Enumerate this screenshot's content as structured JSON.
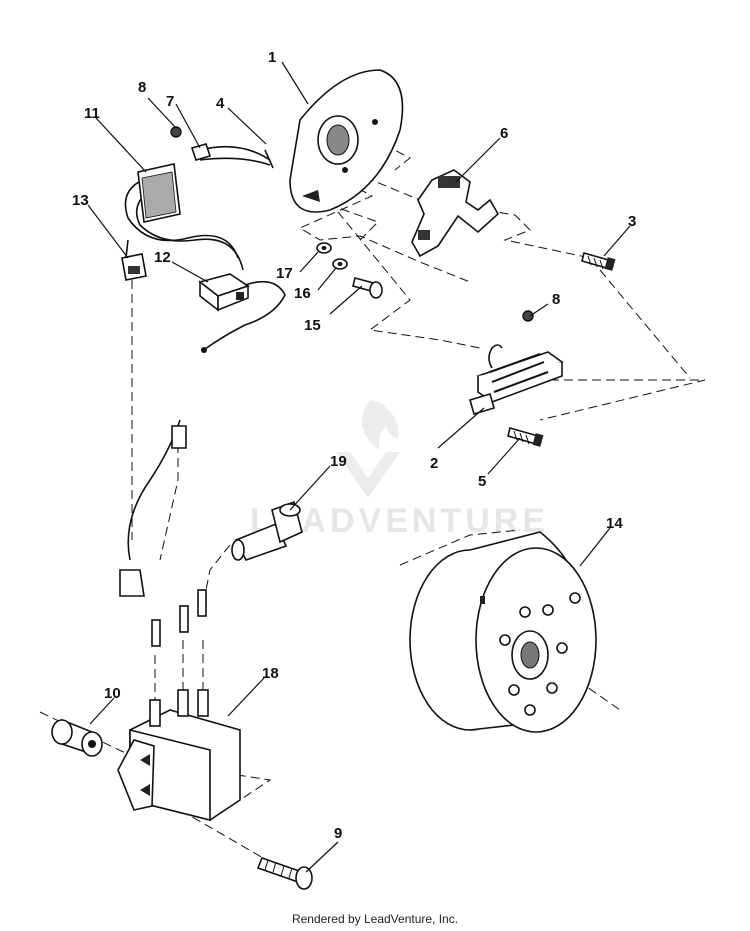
{
  "watermark": "LEADVENTURE",
  "footer": "Rendered by LeadVenture, Inc.",
  "callouts": {
    "c1": "1",
    "c2": "2",
    "c3": "3",
    "c4": "4",
    "c5": "5",
    "c6": "6",
    "c7": "7",
    "c8a": "8",
    "c8b": "8",
    "c9": "9",
    "c10": "10",
    "c11": "11",
    "c12": "12",
    "c13": "13",
    "c14": "14",
    "c15": "15",
    "c16": "16",
    "c17": "17",
    "c18": "18",
    "c19": "19"
  }
}
